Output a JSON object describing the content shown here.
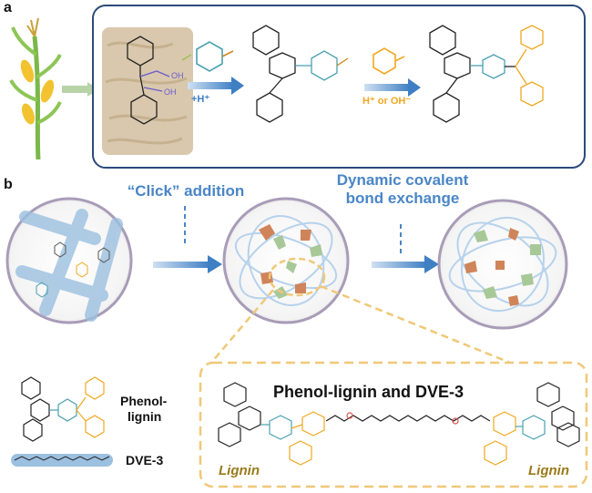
{
  "panel_a": {
    "letter": "a",
    "reagent_1": "+H⁺",
    "reagent_2": "H⁺ or OH⁻",
    "oh_labels": [
      "OH",
      "OH"
    ]
  },
  "panel_b": {
    "letter": "b",
    "step_1": "“Click” addition",
    "step_2_line1": "Dynamic covalent",
    "step_2_line2": "bond exchange",
    "legend_phenol_line1": "Phenol-",
    "legend_phenol_line2": "lignin",
    "legend_dve": "DVE-3",
    "zoom_title": "Phenol-lignin and DVE-3",
    "lignin_left": "Lignin",
    "lignin_right": "Lignin"
  },
  "colors": {
    "accent_blue": "#4a86c6",
    "phenol_orange": "#f0a820",
    "aldehyde_teal": "#4aa0b0",
    "green_block": "#a8c898",
    "orange_block": "#d0845a",
    "zoom_border": "#f0c878"
  }
}
